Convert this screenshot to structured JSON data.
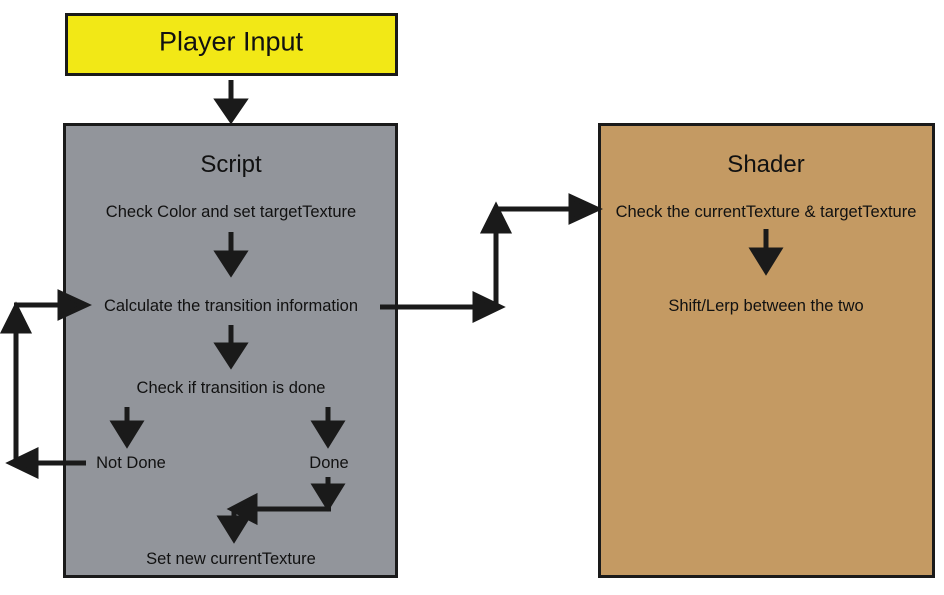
{
  "diagram": {
    "title": "Player Input to Script and Shader texture transition flow",
    "colors": {
      "player_input_fill": "#F2E816",
      "script_fill": "#92959B",
      "shader_fill": "#C49A63",
      "stroke": "#1A1A1A",
      "text": "#111111",
      "background": "#FFFFFF"
    },
    "nodes": {
      "player_input": {
        "label": "Player Input"
      },
      "script": {
        "title": "Script",
        "steps": [
          "Check Color and set targetTexture",
          "Calculate the transition information",
          "Check if transition is done",
          "Not Done",
          "Done",
          "Set new currentTexture"
        ]
      },
      "shader": {
        "title": "Shader",
        "steps": [
          "Check the currentTexture & targetTexture",
          "Shift/Lerp between the two"
        ]
      }
    },
    "edges": [
      {
        "from": "Player Input",
        "to": "Script",
        "style": "down-arrow"
      },
      {
        "from": "Check Color and set targetTexture",
        "to": "Calculate the transition information",
        "style": "down-arrow"
      },
      {
        "from": "Calculate the transition information",
        "to": "Check if transition is done",
        "style": "down-arrow"
      },
      {
        "from": "Calculate the transition information",
        "to": "Check the currentTexture & targetTexture",
        "style": "right-up-right"
      },
      {
        "from": "Check if transition is done",
        "to": "Not Done",
        "style": "down-arrow"
      },
      {
        "from": "Check if transition is done",
        "to": "Done",
        "style": "down-arrow"
      },
      {
        "from": "Not Done",
        "to": "Calculate the transition information",
        "style": "left-up-right-loop"
      },
      {
        "from": "Done",
        "to": "Set new currentTexture",
        "style": "down-left-down"
      },
      {
        "from": "Check the currentTexture & targetTexture",
        "to": "Shift/Lerp between the two",
        "style": "down-arrow"
      }
    ]
  }
}
